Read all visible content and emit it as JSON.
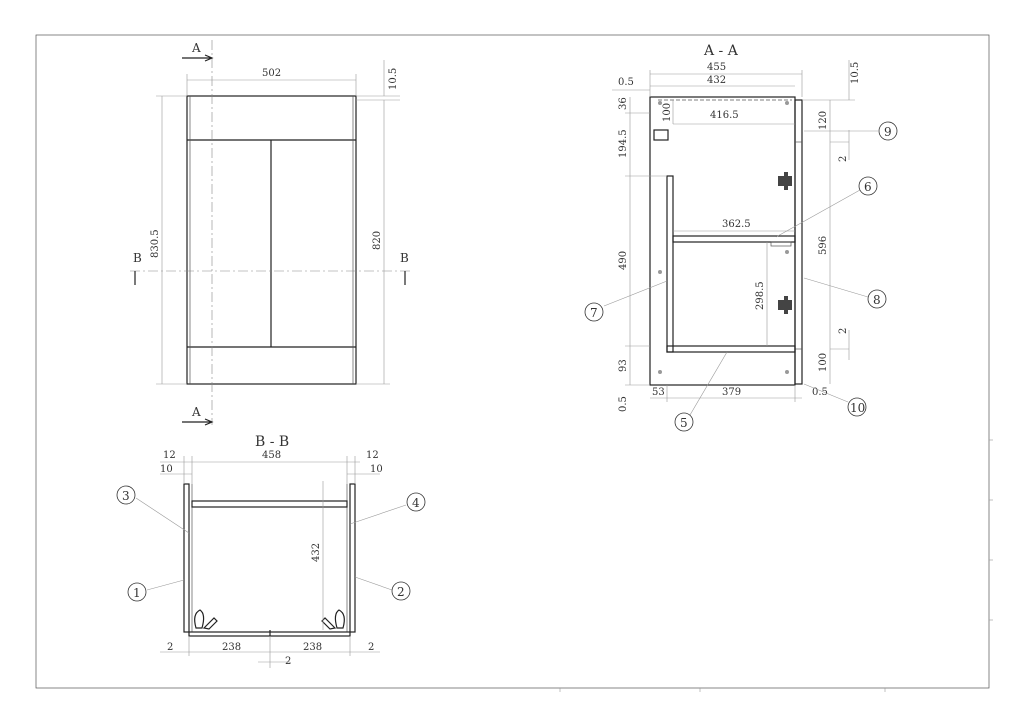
{
  "front_view": {
    "section_a_label": "A",
    "section_b_label": "B",
    "dims": {
      "width": "502",
      "top_gap": "10.5",
      "overall_height": "830.5",
      "door_height": "820"
    }
  },
  "section_aa": {
    "title": "A - A",
    "dims": {
      "overall_depth": "455",
      "inner_depth": "432",
      "front_offset": "0.5",
      "top_gap": "10.5",
      "top_rail": "36",
      "rail_depth": "100",
      "top_inner": "416.5",
      "upper_height": "194.5",
      "top_door_gap": "120",
      "gap_top": "2",
      "shelf_depth": "362.5",
      "back_height": "490",
      "door_height": "596",
      "shelf_height": "298.5",
      "gap_bottom": "2",
      "plinth": "93",
      "bottom_rail": "100",
      "bottom_offset": "0.5",
      "back_offset": "53",
      "base_depth": "379",
      "front_bottom_offset": "0.5"
    },
    "callouts": {
      "p9": "9",
      "p6": "6",
      "p7": "7",
      "p8": "8",
      "p5": "5",
      "p10": "10"
    }
  },
  "section_bb": {
    "title": "B - B",
    "dims": {
      "left_outer": "12",
      "inner_width": "458",
      "right_outer": "12",
      "left_inner": "10",
      "right_inner": "10",
      "depth": "432",
      "left_gap": "2",
      "left_door": "238",
      "right_door": "238",
      "right_gap": "2",
      "center_gap": "2"
    },
    "callouts": {
      "p3": "3",
      "p4": "4",
      "p1": "1",
      "p2": "2"
    }
  }
}
